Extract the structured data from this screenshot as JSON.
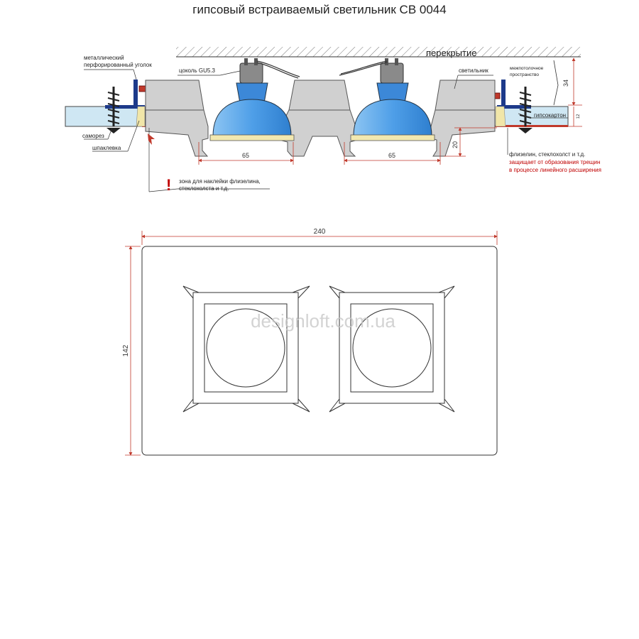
{
  "title": "гипсовый встраиваемый светильник СВ 0044",
  "labels": {
    "slab": "перекрытие",
    "interceiling_1": "межпотолочное",
    "interceiling_2": "пространство",
    "metal_corner_1": "металлический",
    "metal_corner_2": "перфорированный уголок",
    "socket": "цоколь GU5.3",
    "luminaire": "светильник",
    "drywall": "гипсокартон",
    "screw": "саморез",
    "putty": "шпаклевка",
    "fabric_1": "флизелин, стеклохолст и т.д.",
    "fabric_2": "защищает от образования трещин",
    "fabric_3": "в процессе линейного расширения",
    "warn_mark": "!",
    "zone_1": "зона для наклейки флизелина,",
    "zone_2": "стеклохолста и т.д.",
    "watermark": "designloft.com.ua"
  },
  "dimensions": {
    "d65_left": "65",
    "d65_right": "65",
    "d20": "20",
    "d34": "34",
    "d12": "12",
    "width_240": "240",
    "height_142": "142"
  },
  "colors": {
    "dim_red": "#c0392b",
    "plaster": "#d0d0d0",
    "lamp_blue": "#4f9fe8",
    "drywall_blue": "#cfe7f3",
    "warning": "#c00000",
    "line": "#333333"
  }
}
